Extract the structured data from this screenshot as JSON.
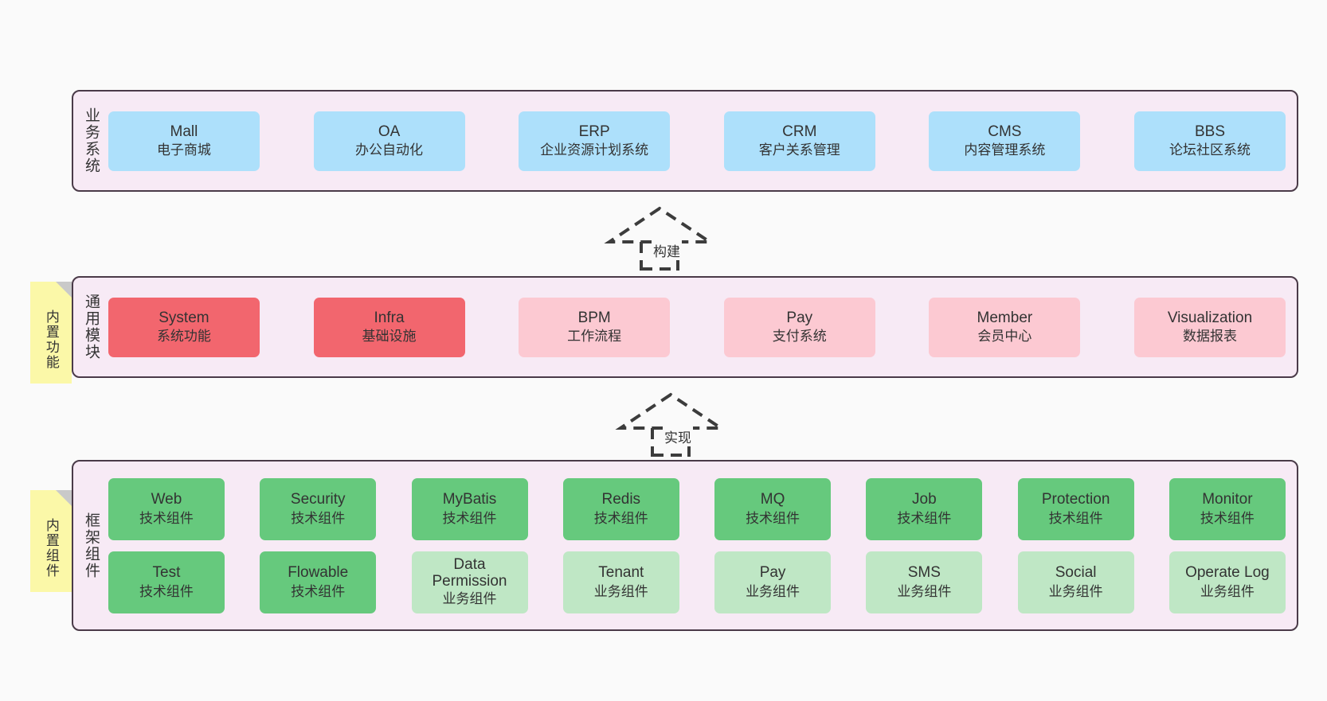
{
  "diagram": {
    "background_color": "#fafafa",
    "layer_fill": "#f7eaf5",
    "layer_border": "#4a3a48",
    "sticky_color": "#fbf8a8",
    "colors": {
      "business": "#ade0fb",
      "module_active": "#f2666e",
      "module_plain": "#fcc9d2",
      "tech_component": "#66c97d",
      "biz_component": "#bfe7c5"
    }
  },
  "layers": [
    {
      "id": "business-system",
      "label": "业务系统",
      "sticky": null,
      "rows": [
        {
          "nodes": [
            {
              "title": "Mall",
              "subtitle": "电子商城",
              "style": "blue"
            },
            {
              "title": "OA",
              "subtitle": "办公自动化",
              "style": "blue"
            },
            {
              "title": "ERP",
              "subtitle": "企业资源计划系统",
              "style": "blue"
            },
            {
              "title": "CRM",
              "subtitle": "客户关系管理",
              "style": "blue"
            },
            {
              "title": "CMS",
              "subtitle": "内容管理系统",
              "style": "blue"
            },
            {
              "title": "BBS",
              "subtitle": "论坛社区系统",
              "style": "blue"
            }
          ]
        }
      ]
    },
    {
      "id": "common-module",
      "label": "通用模块",
      "sticky": "内置功能",
      "rows": [
        {
          "nodes": [
            {
              "title": "System",
              "subtitle": "系统功能",
              "style": "red"
            },
            {
              "title": "Infra",
              "subtitle": "基础设施",
              "style": "red"
            },
            {
              "title": "BPM",
              "subtitle": "工作流程",
              "style": "pink"
            },
            {
              "title": "Pay",
              "subtitle": "支付系统",
              "style": "pink"
            },
            {
              "title": "Member",
              "subtitle": "会员中心",
              "style": "pink"
            },
            {
              "title": "Visualization",
              "subtitle": "数据报表",
              "style": "pink"
            }
          ]
        }
      ]
    },
    {
      "id": "framework-component",
      "label": "框架组件",
      "sticky": "内置组件",
      "rows": [
        {
          "nodes": [
            {
              "title": "Web",
              "subtitle": "技术组件",
              "style": "green"
            },
            {
              "title": "Security",
              "subtitle": "技术组件",
              "style": "green"
            },
            {
              "title": "MyBatis",
              "subtitle": "技术组件",
              "style": "green"
            },
            {
              "title": "Redis",
              "subtitle": "技术组件",
              "style": "green"
            },
            {
              "title": "MQ",
              "subtitle": "技术组件",
              "style": "green"
            },
            {
              "title": "Job",
              "subtitle": "技术组件",
              "style": "green"
            },
            {
              "title": "Protection",
              "subtitle": "技术组件",
              "style": "green"
            },
            {
              "title": "Monitor",
              "subtitle": "技术组件",
              "style": "green"
            }
          ]
        },
        {
          "nodes": [
            {
              "title": "Test",
              "subtitle": "技术组件",
              "style": "green"
            },
            {
              "title": "Flowable",
              "subtitle": "技术组件",
              "style": "green"
            },
            {
              "title": "Data Permission",
              "subtitle": "业务组件",
              "style": "lightgreen"
            },
            {
              "title": "Tenant",
              "subtitle": "业务组件",
              "style": "lightgreen"
            },
            {
              "title": "Pay",
              "subtitle": "业务组件",
              "style": "lightgreen"
            },
            {
              "title": "SMS",
              "subtitle": "业务组件",
              "style": "lightgreen"
            },
            {
              "title": "Social",
              "subtitle": "业务组件",
              "style": "lightgreen"
            },
            {
              "title": "Operate Log",
              "subtitle": "业务组件",
              "style": "lightgreen"
            }
          ]
        }
      ]
    }
  ],
  "connectors": [
    {
      "id": "build",
      "label": "构建",
      "from": "common-module",
      "to": "business-system"
    },
    {
      "id": "implement",
      "label": "实现",
      "from": "framework-component",
      "to": "common-module"
    }
  ]
}
